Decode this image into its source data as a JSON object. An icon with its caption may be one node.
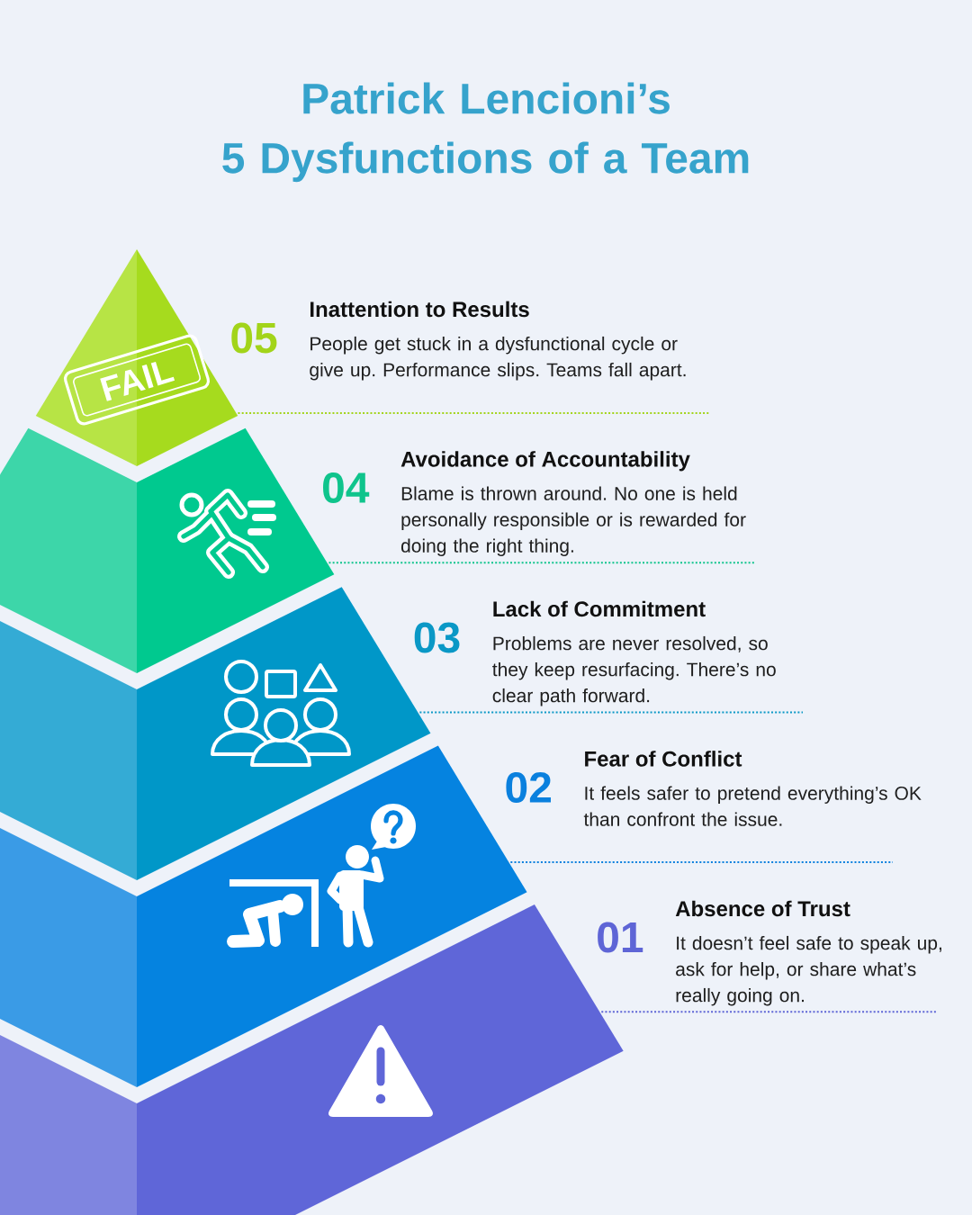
{
  "diagram": {
    "title": "Patrick Lencioni’s 5 Dysfunctions of a Team",
    "nodes": [
      {
        "text": [],
        "shape": "triangle",
        "beside": [
          "05",
          "Inattention to Results",
          "People get stuck in a dysfunctional cycle or give up. Performance slips. Teams fall apart."
        ]
      },
      {
        "text": [],
        "shape": "band",
        "beside": [
          "04",
          "Avoidance of Accountability",
          "Blame is thrown around. No one is held personally responsible or is rewarded for doing the right thing."
        ]
      },
      {
        "text": [],
        "shape": "band",
        "beside": [
          "03",
          "Lack of Commitment",
          "Problems are never resolved, so they keep resurfacing. There’s no clear path forward."
        ]
      },
      {
        "text": [],
        "shape": "band",
        "beside": [
          "02",
          "Fear of Conflict",
          "It feels safer to pretend everything’s OK than confront the issue."
        ]
      },
      {
        "text": [],
        "shape": "band",
        "beside": [
          "01",
          "Absence of Trust",
          "It doesn’t feel safe to speak up, ask for help, or share what’s really going on."
        ]
      }
    ],
    "labels": [
      "FAIL"
    ]
  }
}
